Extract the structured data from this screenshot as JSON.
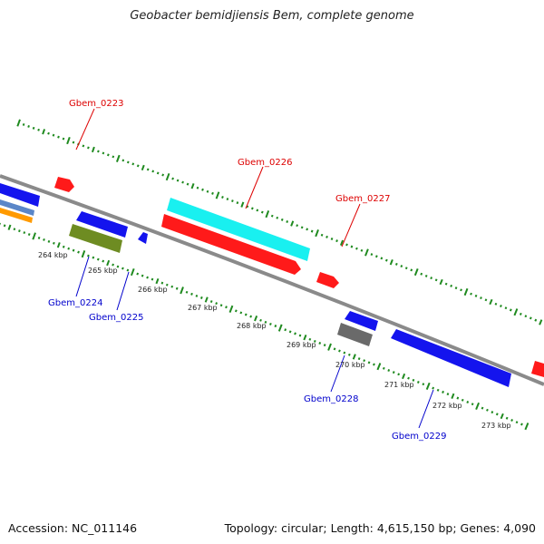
{
  "title": "Geobacter bemidjiensis Bem, complete genome",
  "footer": {
    "accession": "Accession: NC_011146",
    "summary": "Topology: circular; Length: 4,615,150 bp; Genes: 4,090"
  },
  "colors": {
    "backbone": "#8a8a8a",
    "tick": "#1f8a1f",
    "forward_label": "#dd0000",
    "reverse_label": "#0000cc",
    "red": "#ff1a1a",
    "blue": "#1414ee",
    "cyan": "#19f0f0",
    "olive": "#6e8c22",
    "gray": "#6a6a6a",
    "orange": "#ff9a00",
    "steel": "#5a86c8"
  },
  "scale_labels": [
    "264 kbp",
    "265 kbp",
    "266 kbp",
    "267 kbp",
    "268 kbp",
    "269 kbp",
    "270 kbp",
    "271 kbp",
    "272 kbp",
    "273 kbp"
  ],
  "gene_labels": {
    "gbem_0223": "Gbem_0223",
    "gbem_0226": "Gbem_0226",
    "gbem_0227": "Gbem_0227",
    "gbem_0224": "Gbem_0224",
    "gbem_0225": "Gbem_0225",
    "gbem_0228": "Gbem_0228",
    "gbem_0229": "Gbem_0229"
  }
}
